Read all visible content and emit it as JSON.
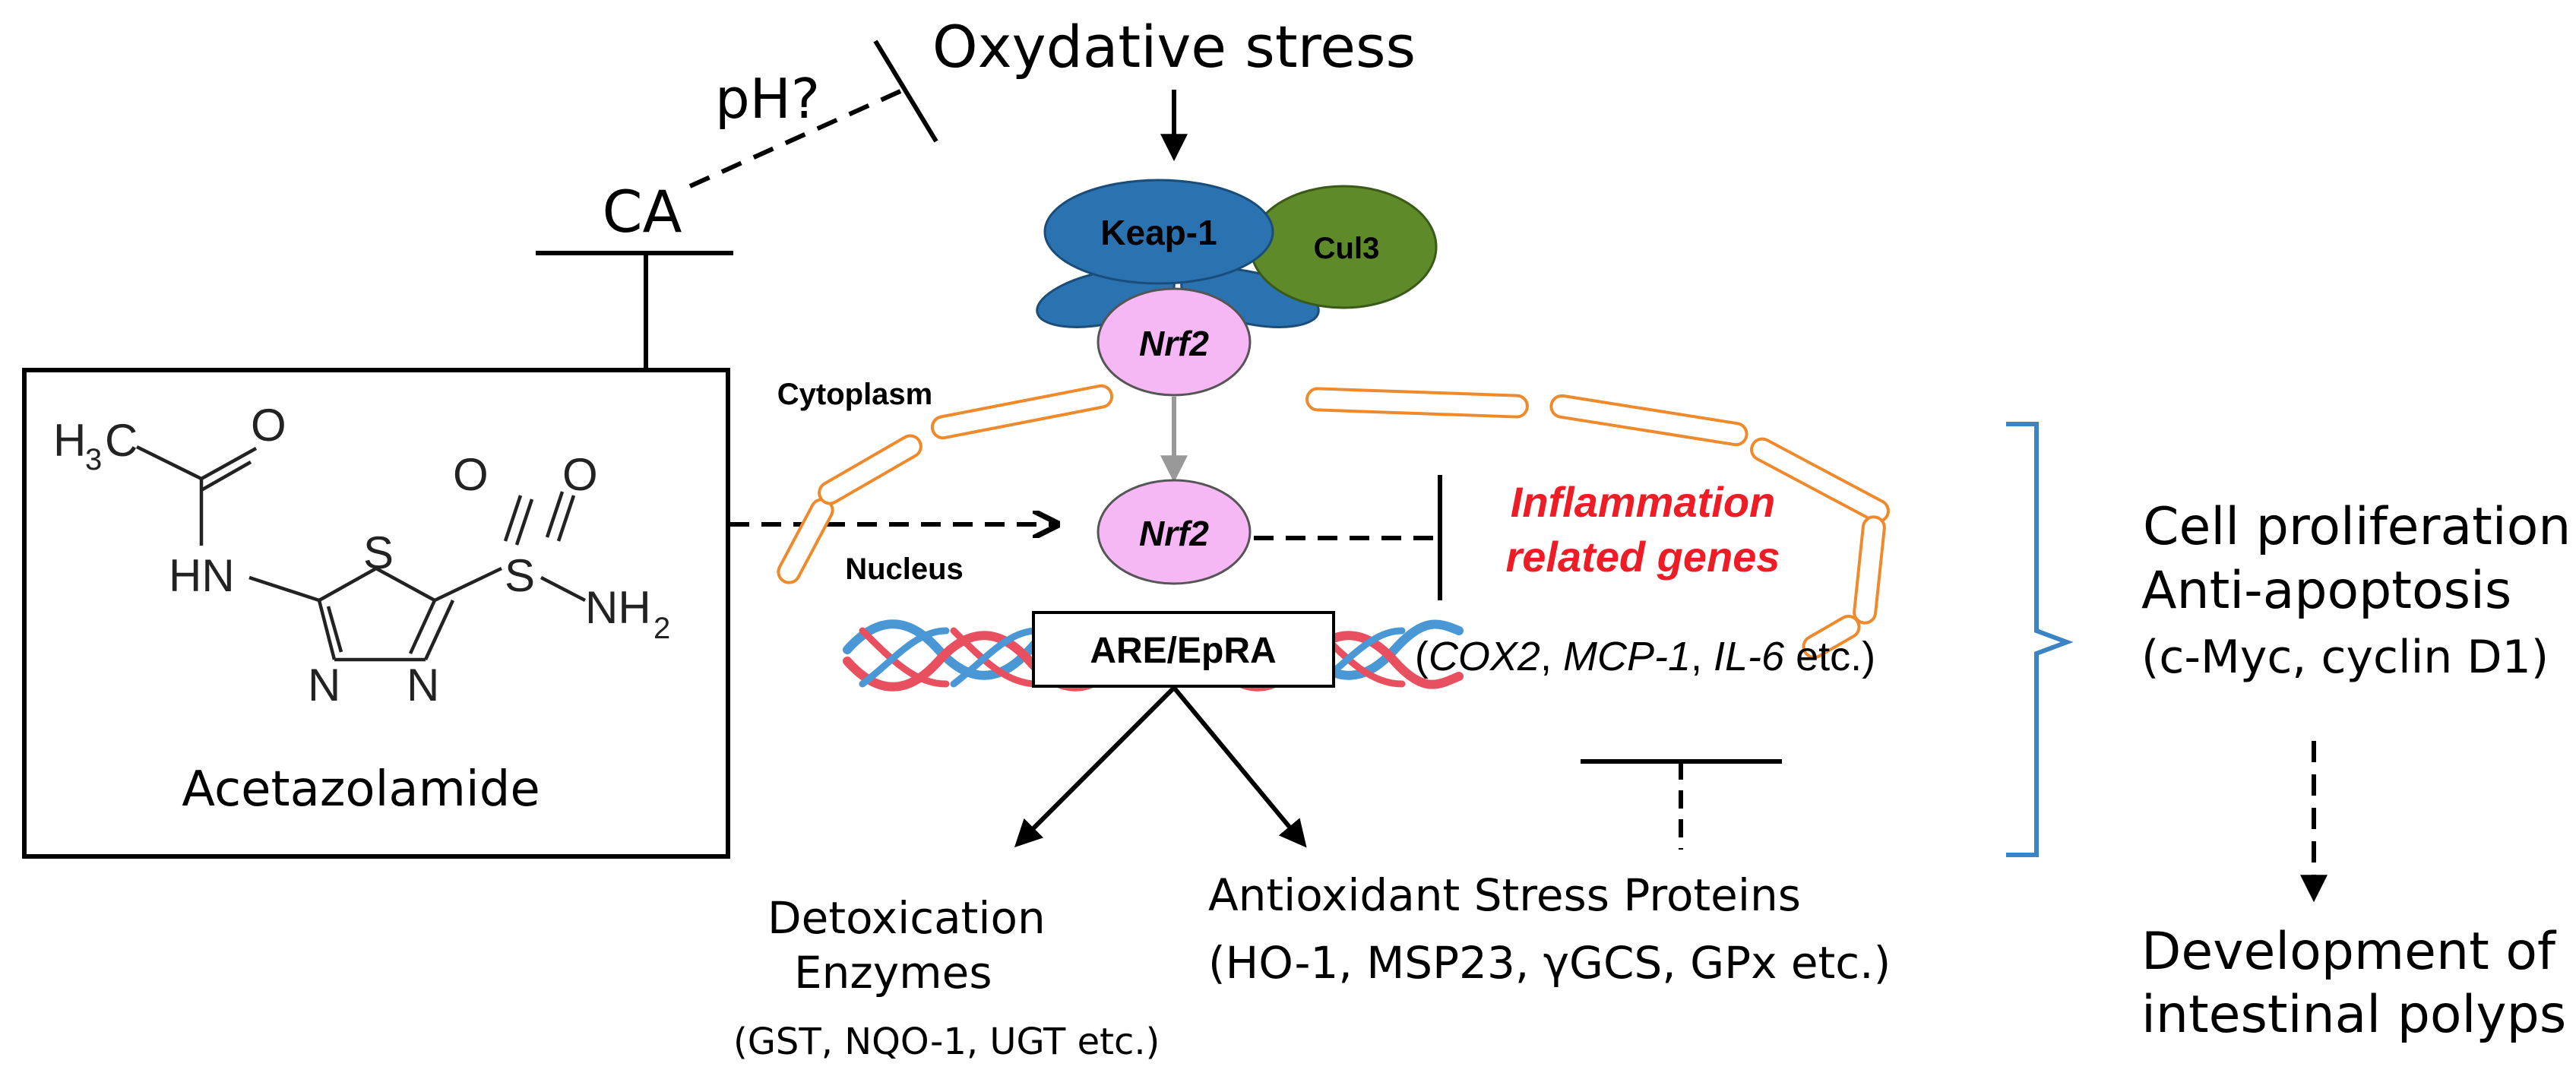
{
  "oxidative_stress": "Oxydative stress",
  "ph_label": "pH?",
  "ca_label": "CA",
  "drug_box": {
    "name": "Acetazolamide",
    "atoms": {
      "h3c_h": "H",
      "h3c_3": "3",
      "h3c_c": "C",
      "o_carbonyl": "O",
      "hn": "HN",
      "s_ring": "S",
      "s_sulfonyl": "S",
      "o_left": "O",
      "o_right": "O",
      "nh2_nh": "NH",
      "nh2_2": "2",
      "n_left": "N",
      "n_right": "N"
    }
  },
  "proteins": {
    "keap1": "Keap-1",
    "cul3": "Cul3",
    "nrf2_cyto": "Nrf2",
    "nrf2_nuc": "Nrf2"
  },
  "compartments": {
    "cytoplasm": "Cytoplasm",
    "nucleus": "Nucleus"
  },
  "are_box": "ARE/EpRA",
  "inflammation": {
    "line1": "Inflammation",
    "line2": "related genes",
    "genes_open": "(",
    "gene1": "COX2",
    "sep1": ", ",
    "gene2": "MCP-1",
    "sep2": ", ",
    "gene3": "IL-6",
    "genes_close": " etc.)"
  },
  "detox": {
    "line1": "Detoxication",
    "line2": "Enzymes",
    "examples": "(GST, NQO-1, UGT etc.)"
  },
  "antioxidant": {
    "line1": "Antioxidant Stress Proteins",
    "examples": "(HO-1, MSP23, γGCS, GPx etc.)"
  },
  "outcome": {
    "line1": "Cell proliferation",
    "line2": "Anti-apoptosis",
    "examples": "(c-Myc, cyclin D1)",
    "final1": "Development of",
    "final2": "intestinal polyps"
  },
  "colors": {
    "keap1": "#2a73b0",
    "cul3": "#5e8a2a",
    "nrf2": "#f5b8f5",
    "nuclear_membrane": "#ee8a2c",
    "dna_red": "#e8505f",
    "dna_blue": "#4a97d6",
    "inflammation_text": "#ee1c24",
    "bracket": "#3a84c6"
  }
}
